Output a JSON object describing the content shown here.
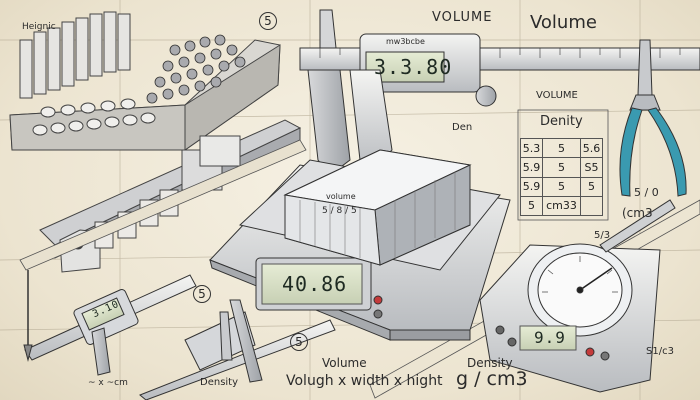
{
  "labels": {
    "heights_label": "Heignic",
    "circle_5_top": "5",
    "circle_5_left": "5",
    "circle_5_bottom": "5",
    "volume_small_top": "VOLUME",
    "volume_big_top": "Volume",
    "volume_right_small": "VOLUME",
    "de_label": "Den",
    "density_label": "Denity",
    "fraction_right": "5 / 0",
    "cm3_right": "(cm3",
    "gauge_side_label": "5/3",
    "gauge_side_label2": "S1/c3",
    "block_label": "volume",
    "block_fraction": "5 / 8 / 5",
    "caliper_brand": "mw3bcbe",
    "volume_bottom": "Volume",
    "formula_bottom": "Volugh x width x hight",
    "density_bottom": "Density",
    "density_unit_bottom": "g / cm3",
    "density_small_bottom": "Density",
    "x_cm_label": "~ x ~cm"
  },
  "displays": {
    "top_caliper": "3.3.80",
    "scale": "40.86",
    "small_caliper": "3.10",
    "meter": "9.9"
  },
  "density_table": [
    [
      "5.3",
      "5",
      "5.6"
    ],
    [
      "5.9",
      "5",
      "S5"
    ],
    [
      "5.9",
      "5",
      "5"
    ],
    [
      "5",
      "cm33",
      ""
    ]
  ]
}
